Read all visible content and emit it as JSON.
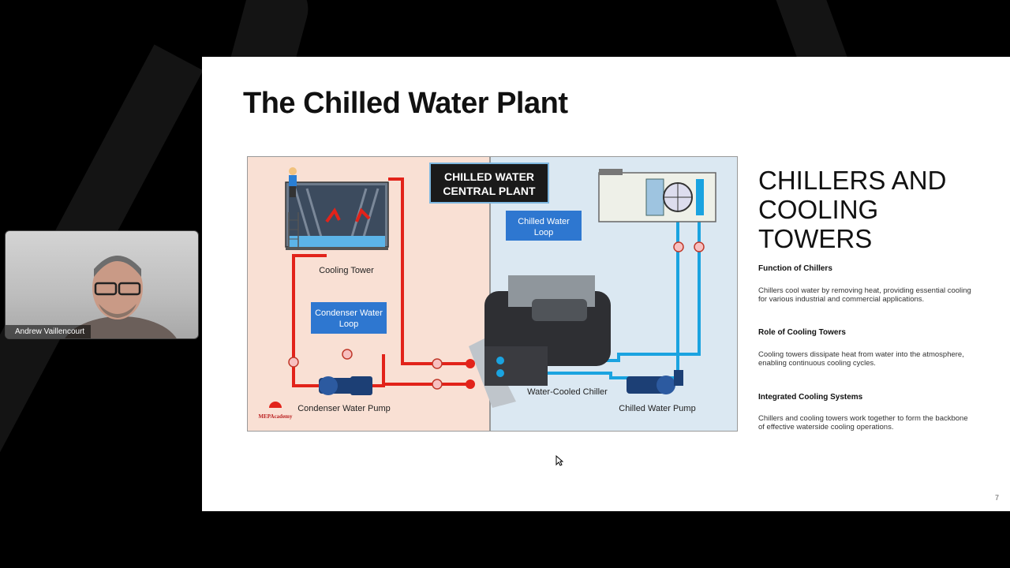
{
  "slide": {
    "title": "The Chilled Water Plant",
    "side_heading": "CHILLERS AND COOLING TOWERS",
    "sections": [
      {
        "title": "Function of Chillers",
        "body": "Chillers cool water by removing heat, providing essential cooling for various industrial and commercial applications."
      },
      {
        "title": "Role of Cooling Towers",
        "body": "Cooling towers dissipate heat from water into the atmosphere, enabling continuous cooling cycles."
      },
      {
        "title": "Integrated Cooling Systems",
        "body": "Chillers and cooling towers work together to form the backbone of effective waterside cooling operations."
      }
    ],
    "page_number": "7"
  },
  "diagram": {
    "header": [
      "CHILLED WATER",
      "CENTRAL PLANT"
    ],
    "chilled_loop": [
      "Chilled Water",
      "Loop"
    ],
    "condenser_loop": [
      "Condenser Water",
      "Loop"
    ],
    "cooling_tower": "Cooling Tower",
    "condenser_pump": "Condenser Water Pump",
    "chiller": "Water-Cooled Chiller",
    "chilled_pump": "Chilled Water Pump",
    "logo_text": "MEPAcademy",
    "colors": {
      "hot_pipe": "#e2231a",
      "cold_pipe": "#1aa3e0",
      "left_bg": "#f9e0d4",
      "right_bg": "#dbe8f2"
    }
  },
  "webcam": {
    "participant_name": "Andrew Vaillencourt"
  }
}
